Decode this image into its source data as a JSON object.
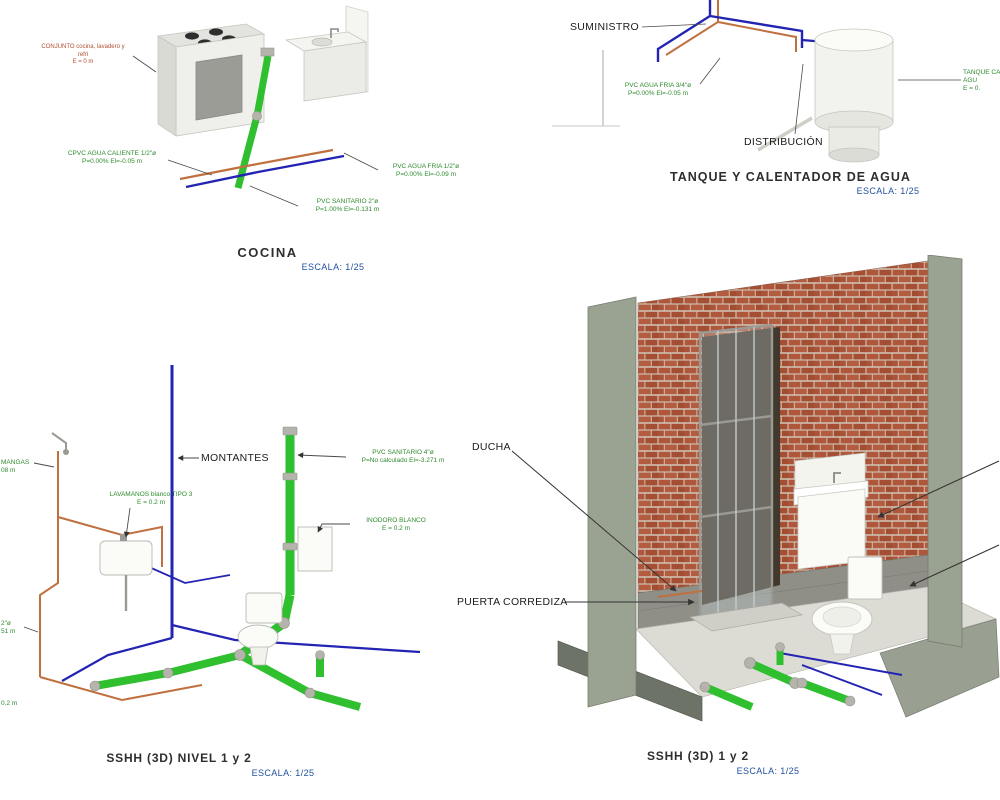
{
  "sheet": {
    "background": "#ffffff"
  },
  "colors": {
    "pipe_cold_water_blue": "#2323b4",
    "pipe_hot_water_copper": "#c0703e",
    "pipe_sanitary_green": "#2fbf2f",
    "label_green": "#2e8b2e",
    "label_red_brown": "#b05030",
    "callout_black": "#1b1b1b",
    "scale_blue": "#2050a0",
    "brick_red": "#b0563a",
    "concrete_gray_green": "#9aa292"
  },
  "views": {
    "cocina": {
      "title": "COCINA",
      "scale": "ESCALA: 1/25",
      "labels": {
        "conjunto": [
          "CONJUNTO cocina, lavadero y",
          "refri",
          "E = 0 m"
        ],
        "agua_caliente": [
          "CPVC AGUA CALIENTE   1/2\"ø",
          "P=0.00%  El=-0.05 m"
        ],
        "agua_fria": [
          "PVC AGUA FRIA   1/2\"ø",
          "P=0.00%  El=-0.09 m"
        ],
        "sanitario": [
          "PVC SANITARIO   2\"ø",
          "P=1.00%  El=-0.131 m"
        ]
      }
    },
    "tanque": {
      "title": "TANQUE Y CALENTADOR DE AGUA",
      "scale": "ESCALA: 1/25",
      "labels": {
        "suministro": "SUMINISTRO",
        "agua_fria": [
          "PVC AGUA FRIA   3/4\"ø",
          "P=0.00%  El=-0.05 m"
        ],
        "distribucion": "DISTRIBUCIÓN",
        "tanque_calentador": [
          "TANQUE CALE",
          "AGU",
          "E = 0."
        ]
      }
    },
    "sshh_nivel": {
      "title": "SSHH (3D) NIVEL 1 y 2",
      "scale": "ESCALA: 1/25",
      "labels": {
        "montantes": "MONTANTES",
        "lavamanos": [
          "LAVAMANOS blanco TIPO 3",
          "E = 0.2 m"
        ],
        "pvc_sanitario": [
          "PVC SANITARIO   4\"ø",
          "P=No calculado  El=-3.271 m"
        ],
        "inodoro": [
          "INODORO BLANCO",
          "E = 0.2 m"
        ],
        "mangas_cut": [
          "MANGAS",
          "08 m"
        ],
        "tuberia_cut": [
          "2\"ø",
          "51 m"
        ],
        "elevacion_cut": [
          "0.2 m"
        ]
      }
    },
    "sshh_3d": {
      "title": "SSHH (3D)  1 y 2",
      "scale": "ESCALA: 1/25",
      "labels": {
        "ducha": "DUCHA",
        "puerta_corrediza": "PUERTA CORREDIZA"
      }
    }
  }
}
